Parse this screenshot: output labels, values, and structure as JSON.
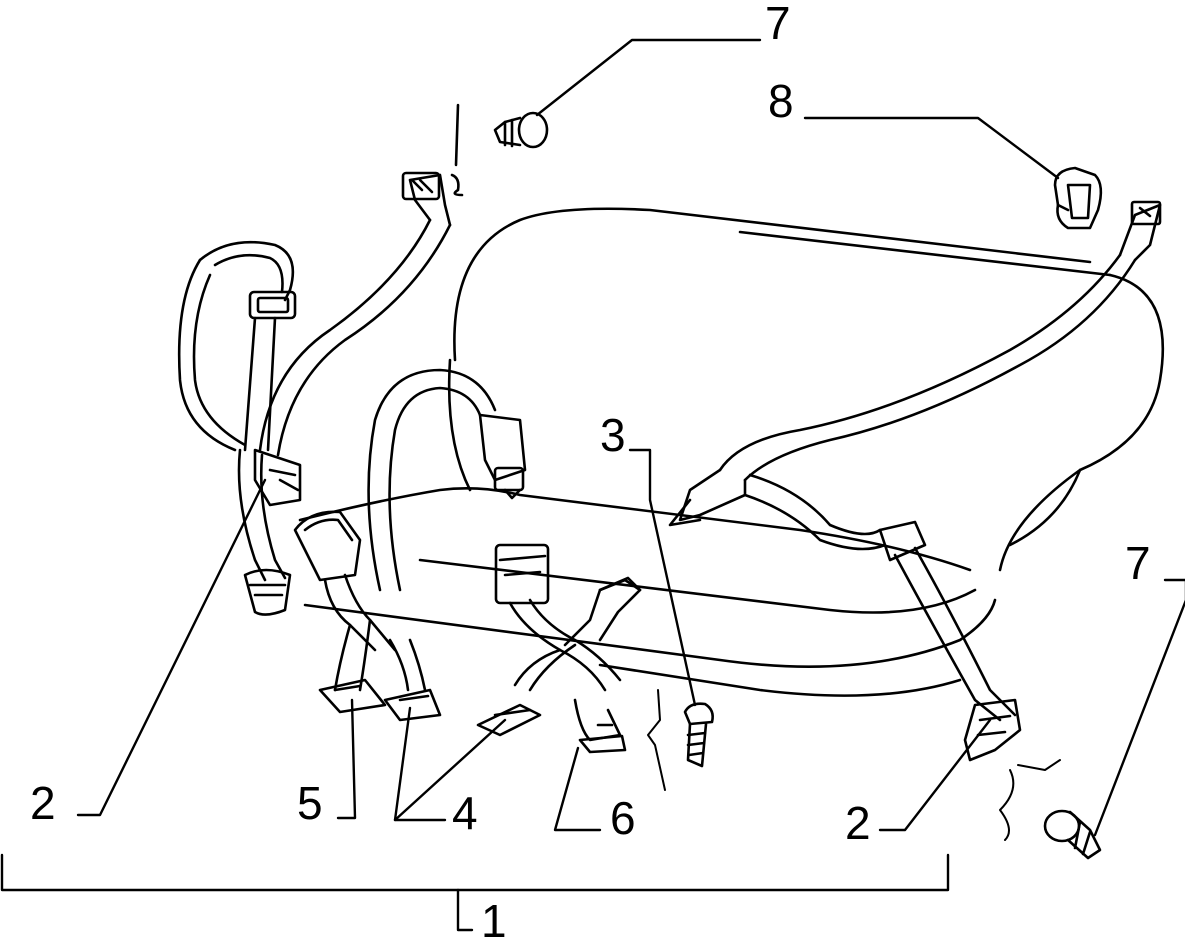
{
  "diagram": {
    "callouts": {
      "c1": "1",
      "c2_left": "2",
      "c2_right": "2",
      "c3": "3",
      "c4": "4",
      "c5": "5",
      "c6": "6",
      "c7_top": "7",
      "c7_right": "7",
      "c8": "8"
    },
    "ink_color": "#000000",
    "paper_color": "#ffffff"
  }
}
